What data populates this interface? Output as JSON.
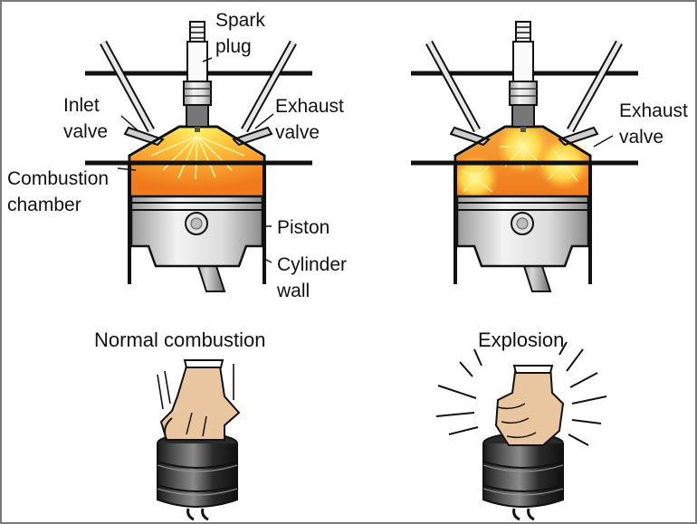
{
  "left_panel": {
    "labels": {
      "spark_plug": [
        "Spark",
        "plug"
      ],
      "inlet_valve": [
        "Inlet",
        "valve"
      ],
      "exhaust_valve": [
        "Exhaust",
        "valve"
      ],
      "combustion_chamber": [
        "Combustion",
        "chamber"
      ],
      "piston": [
        "Piston"
      ],
      "cylinder_wall": [
        "Cylinder",
        "wall"
      ]
    },
    "caption": "Normal combustion"
  },
  "right_panel": {
    "labels": {
      "exhaust_valve": [
        "Exhaust",
        "valve"
      ]
    },
    "caption": "Explosion"
  },
  "colors": {
    "flame_inner": "#ffe24a",
    "flame_mid": "#ffb33a",
    "flame_outer": "#f07a1c",
    "skin": "#e9c6a0",
    "metal_light": "#f0f0f0",
    "metal_dark": "#8c8c8c",
    "line": "#111111"
  }
}
